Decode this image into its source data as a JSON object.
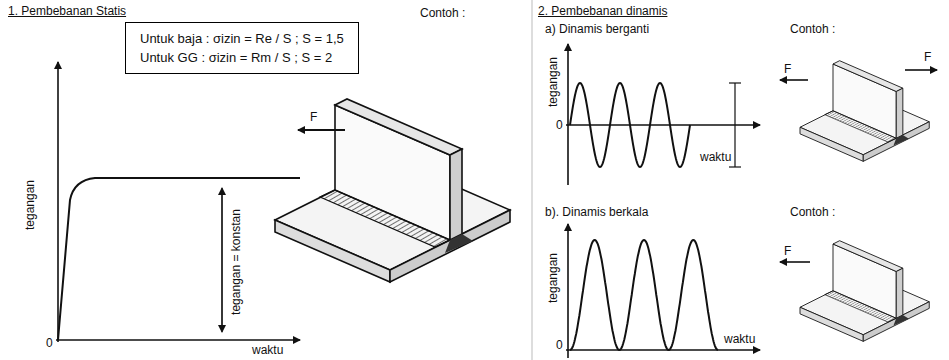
{
  "diagram": {
    "nodes": [
      {
        "text": [
          "Untuk baja : σizin = Re / S ; S = 1,5",
          "Untuk GG : σizin = Rm / S ; S = 2"
        ]
      }
    ],
    "labels": [
      "1. Pembebanan Statis",
      "Contoh :",
      "tegangan",
      "tegangan = konstan",
      "0",
      "waktu",
      "F",
      "2. Pembebanan dinamis",
      "a) Dinamis berganti",
      "Contoh :",
      "tegangan",
      "0",
      "waktu",
      "F",
      "F",
      "b). Dinamis berkala",
      "Contoh :",
      "tegangan",
      "0",
      "waktu",
      "F"
    ]
  }
}
